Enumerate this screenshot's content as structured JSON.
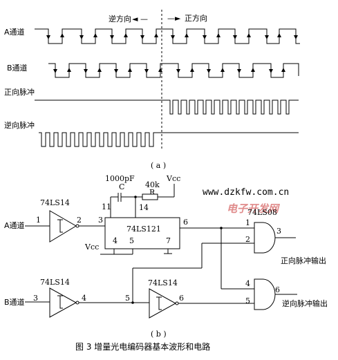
{
  "waveforms": {
    "reverse_label": "逆方向",
    "forward_label": "正方向",
    "rows": [
      {
        "label": "A通道"
      },
      {
        "label": "B通道"
      },
      {
        "label": "正向脉冲"
      },
      {
        "label": "逆向脉冲"
      }
    ],
    "sub_caption": "( a )"
  },
  "circuit": {
    "website": "www.dzkfw.com.cn",
    "watermark": "电子开发网",
    "input_a": "A通道",
    "input_b": "B通道",
    "inv1": "74LS14",
    "inv2": "74LS14",
    "inv3": "74LS14",
    "oneshot": "74LS121",
    "and_gate": "74LS08",
    "cap_value": "1000pF",
    "cap_name": "C",
    "res_value": "40k",
    "res_name": "R",
    "vcc_top": "Vcc",
    "vcc_left": "Vcc",
    "out_forward": "正向脉冲输出",
    "out_reverse": "逆向脉冲输出",
    "pins": {
      "p1": "1",
      "p2": "2",
      "p3": "3",
      "p4": "4",
      "p5": "5",
      "p6": "6",
      "p7": "7",
      "p11": "11",
      "p14": "14",
      "and1": "1",
      "and2": "2",
      "and3": "3",
      "and4": "4",
      "and5": "5",
      "and6": "6",
      "b3": "3",
      "b4": "4",
      "b5": "5",
      "b6": "6"
    },
    "sub_caption": "( b )"
  },
  "caption": "图 3   增量光电编码器基本波形和电路"
}
